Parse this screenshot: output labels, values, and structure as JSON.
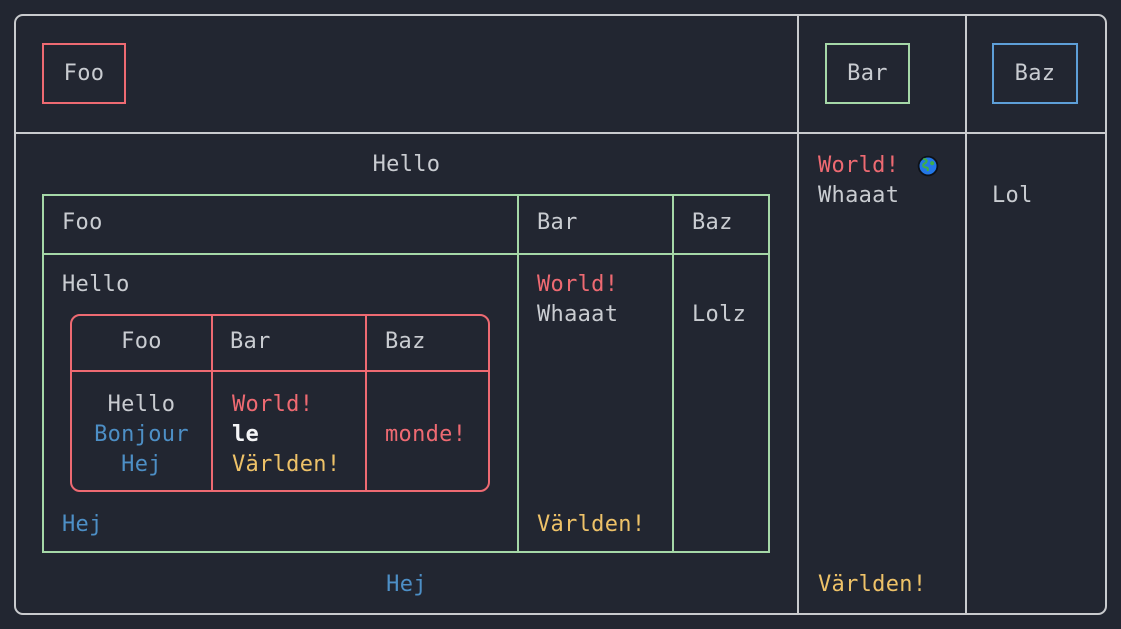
{
  "colors": {
    "background": "#222631",
    "outer_border": "#c9cbce",
    "text_default": "#c9ccd1",
    "text_bright_bold": "#f4f5f7",
    "red": "#ee6a72",
    "green": "#a5d7a7",
    "blue_box_border": "#5e9fd8",
    "blue_text": "#4d8fc6",
    "orange": "#eec268"
  },
  "outer_table": {
    "header": {
      "foo": "Foo",
      "bar": "Bar",
      "baz": "Baz"
    },
    "body": {
      "col1": {
        "top": "Hello",
        "bottom": "Hej"
      },
      "col2": {
        "line1": "World!",
        "icon": "globe-icon",
        "line2": "Whaaat",
        "bottom": "Världen!"
      },
      "col3": {
        "line1": "Lol"
      }
    }
  },
  "green_table": {
    "header": {
      "foo": "Foo",
      "bar": "Bar",
      "baz": "Baz"
    },
    "body": {
      "col1": {
        "top": "Hello",
        "bottom": "Hej"
      },
      "col2": {
        "line1": "World!",
        "line2": "Whaaat",
        "bottom": "Världen!"
      },
      "col3": {
        "line1": "Lolz"
      }
    }
  },
  "red_table": {
    "header": {
      "foo": "Foo",
      "bar": "Bar",
      "baz": "Baz"
    },
    "body": {
      "col1": [
        "Hello",
        "Bonjour",
        "Hej"
      ],
      "col2": [
        "World!",
        "le",
        "Världen!"
      ],
      "col3": "monde!"
    }
  }
}
